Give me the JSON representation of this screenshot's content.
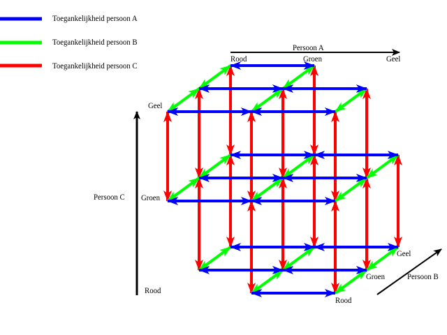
{
  "legend": [
    {
      "label": "Toegankelijkheid persoon A",
      "color": "#0000ff"
    },
    {
      "label": "Toegankelijkheid persoon B",
      "color": "#00ff00"
    },
    {
      "label": "Toegankelijkheid persoon C",
      "color": "#ff0000"
    }
  ],
  "axes": {
    "a": {
      "title": "Persoon A",
      "values": [
        "Rood",
        "Groen",
        "Geel"
      ]
    },
    "b": {
      "title": "Persoon B",
      "values": [
        "Rood",
        "Groen",
        "Geel"
      ]
    },
    "c": {
      "title": "Persoon C",
      "values": [
        "Rood",
        "Groen",
        "Geel"
      ]
    }
  },
  "worlds_missing": [
    [
      0,
      0,
      0
    ],
    [
      2,
      2,
      2
    ]
  ]
}
